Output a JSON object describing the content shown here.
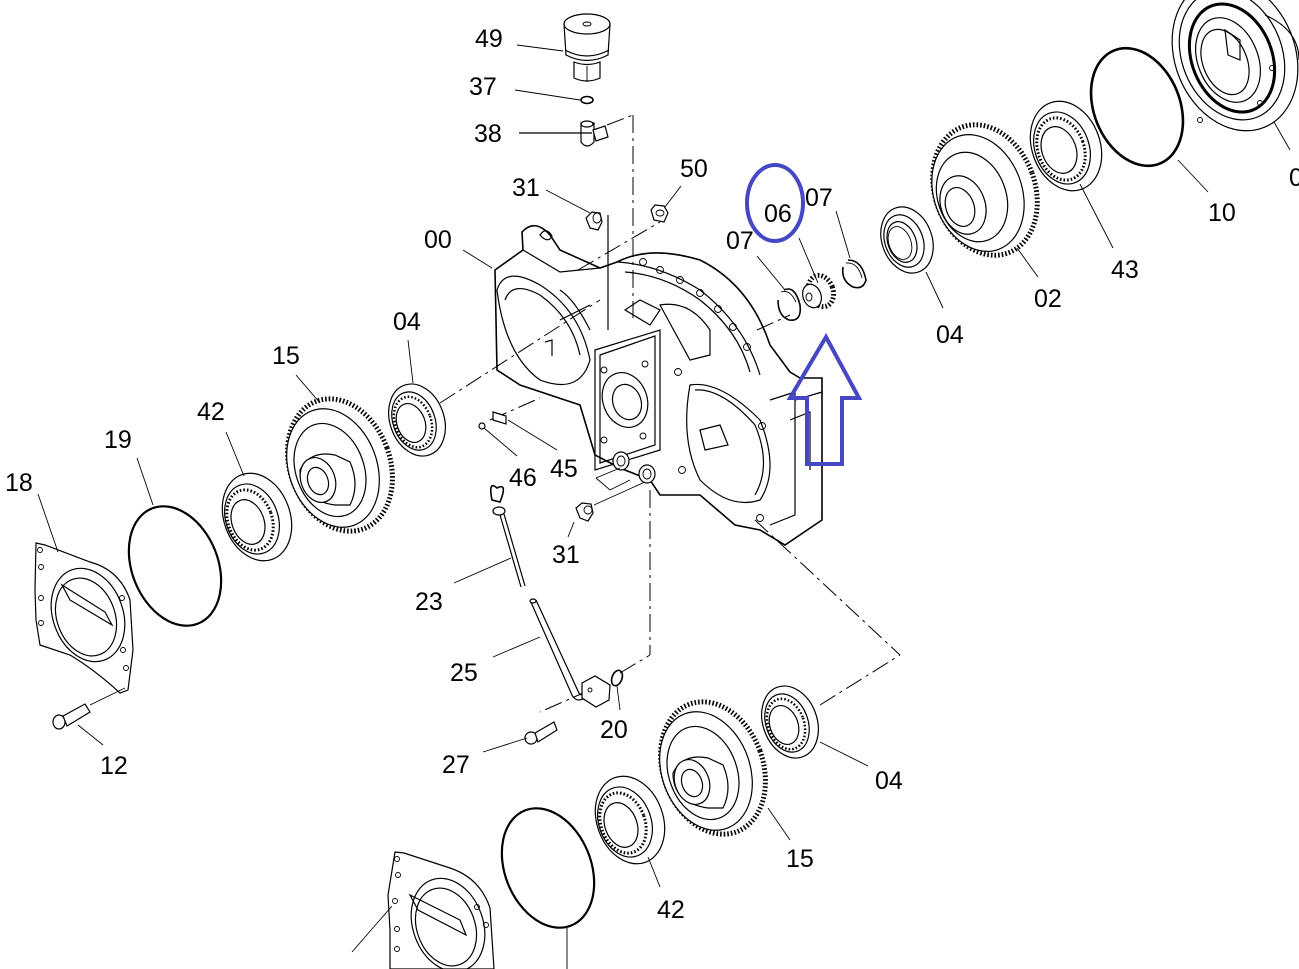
{
  "diagram": {
    "title": "Gearbox exploded view",
    "highlight_color": "#4547c4",
    "line_color": "#000000",
    "highlighted_part": "06",
    "labels": {
      "p49": "49",
      "p37": "37",
      "p38": "38",
      "p31_top": "31",
      "p50": "50",
      "p00": "00",
      "p06": "06",
      "p07_left": "07",
      "p07_right": "07",
      "p04_top_left": "04",
      "p04_top_right": "04",
      "p02": "02",
      "p43": "43",
      "p10": "10",
      "p0_edge": "0",
      "p15_top": "15",
      "p42_top": "42",
      "p19": "19",
      "p18": "18",
      "p46": "46",
      "p45": "45",
      "p31_bottom": "31",
      "p23": "23",
      "p25": "25",
      "p20": "20",
      "p27": "27",
      "p12": "12",
      "p04_bottom": "04",
      "p15_bottom": "15",
      "p42_bottom": "42"
    }
  }
}
